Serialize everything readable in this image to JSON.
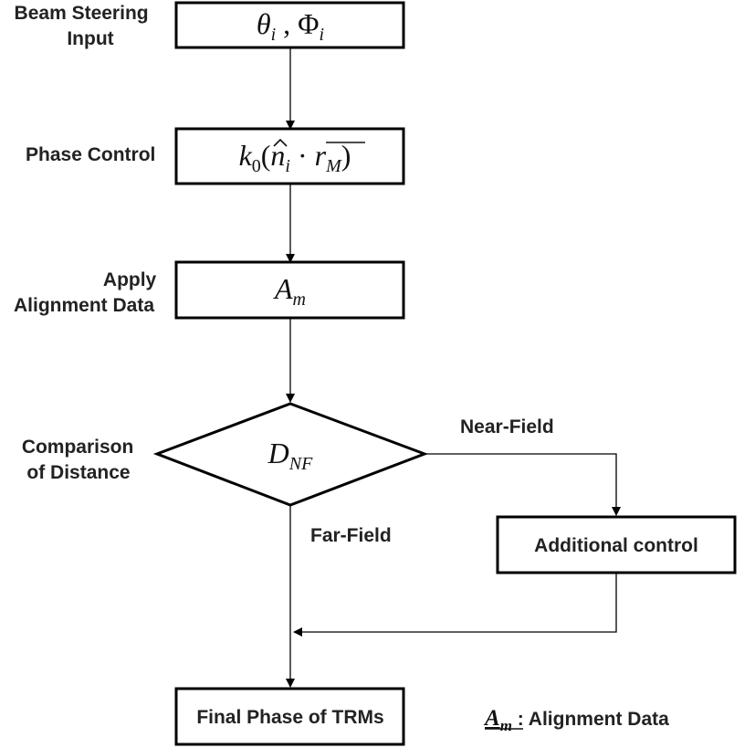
{
  "labels": {
    "beam_steering": [
      "Beam Steering",
      "Input"
    ],
    "phase_control": "Phase Control",
    "apply_alignment": [
      "Apply",
      "Alignment Data"
    ],
    "comparison": [
      "Comparison",
      "of Distance"
    ],
    "near_field": "Near-Field",
    "far_field": "Far-Field"
  },
  "boxes": {
    "input": {
      "theta": "θ",
      "theta_sub": "i",
      "sep": " , ",
      "phi": "Φ",
      "phi_sub": "i"
    },
    "phase": {
      "k": "k",
      "k_sub": "0",
      "open": "(",
      "n": "n",
      "n_sub": "i",
      "dot": " · ",
      "r": "r",
      "r_sub": "M",
      "close": ")"
    },
    "alignment": {
      "a": "A",
      "a_sub": "m"
    },
    "decision": {
      "d": "D",
      "d_sub": "NF"
    },
    "additional": "Additional control",
    "final": "Final Phase of TRMs"
  },
  "legend": {
    "symbol": "A",
    "symbol_sub": "m",
    "text": " : Alignment Data"
  }
}
